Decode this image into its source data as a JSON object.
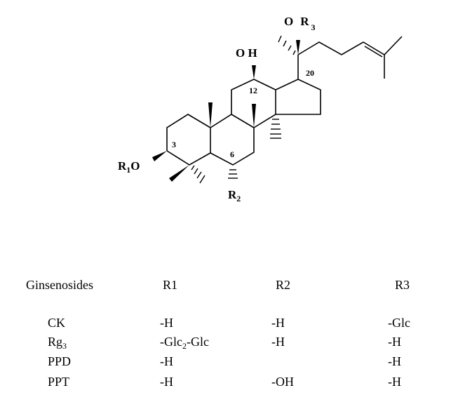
{
  "structure": {
    "labels": {
      "r1o": {
        "main": "R",
        "sub": "1",
        "tail": "O"
      },
      "r2": {
        "main": "R",
        "sub": "2"
      },
      "or3": {
        "o": "O",
        "main": "R",
        "sub": "3"
      },
      "oh": "O H",
      "c3": "3",
      "c6": "6",
      "c12": "12",
      "c20": "20"
    }
  },
  "table": {
    "headers": [
      "Ginsenosides",
      "R1",
      "R2",
      "R3"
    ],
    "rows": [
      {
        "name": "CK",
        "name_sub": "",
        "r1": "-H",
        "r1_sub": "",
        "r1_tail": "",
        "r2": "-H",
        "r3": "-Glc"
      },
      {
        "name": "Rg",
        "name_sub": "3",
        "r1": "-Glc",
        "r1_sub": "2",
        "r1_tail": "-Glc",
        "r2": "-H",
        "r3": "-H"
      },
      {
        "name": "PPD",
        "name_sub": "",
        "r1": "-H",
        "r1_sub": "",
        "r1_tail": "",
        "r2": "",
        "r3": "-H"
      },
      {
        "name": "PPT",
        "name_sub": "",
        "r1": "-H",
        "r1_sub": "",
        "r1_tail": "",
        "r2": "-OH",
        "r3": "-H"
      }
    ]
  }
}
